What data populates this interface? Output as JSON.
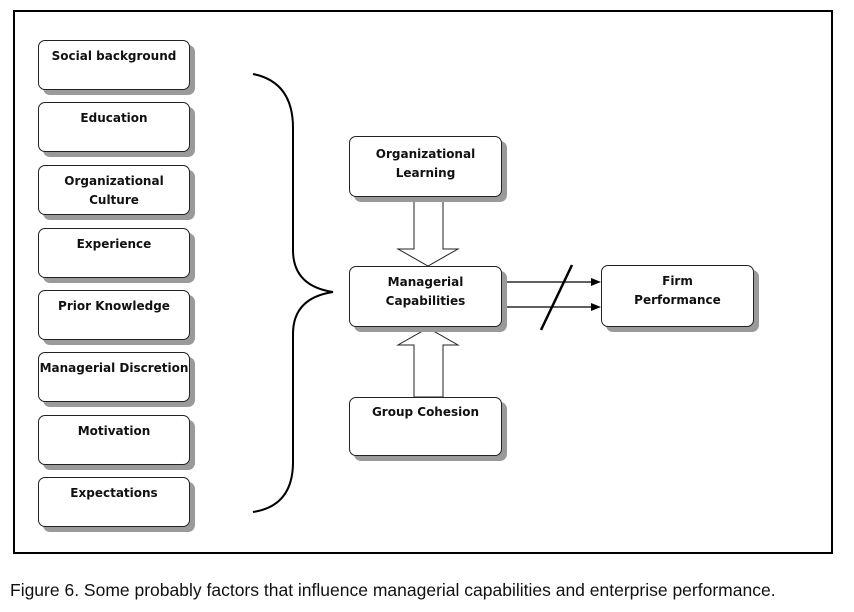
{
  "factors": [
    "Social background",
    "Education",
    "Organizational Culture",
    "Experience",
    "Prior Knowledge",
    "Managerial Discretion",
    "Motivation",
    "Expectations"
  ],
  "nodes": {
    "organizational_learning": "Organizational Learning",
    "managerial_capabilities": "Managerial Capabilities",
    "group_cohesion": "Group Cohesion",
    "firm_performance": "Firm Performance"
  },
  "caption": "Figure 6. Some probably factors that influence managerial capabilities and enterprise performance."
}
